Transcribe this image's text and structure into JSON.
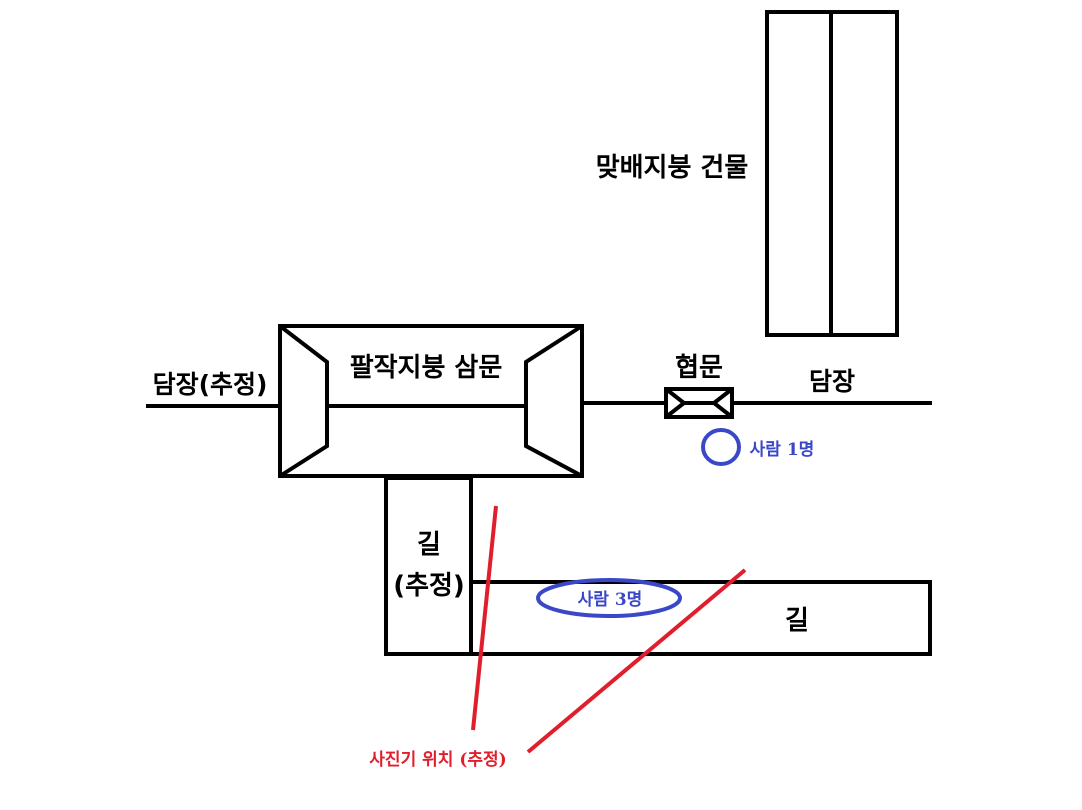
{
  "labels": {
    "gabled_building": "맞배지붕 건물",
    "main_gate": "팔작지붕 삼문",
    "wall_left": "담장(추정)",
    "side_gate": "협문",
    "wall_right": "담장",
    "path_vertical_line1": "길",
    "path_vertical_line2": "(추정)",
    "path_horizontal": "길",
    "person_1": "사람 1명",
    "person_3": "사람 3명",
    "camera_position": "사진기 위치 (추정)"
  },
  "colors": {
    "line": "#000000",
    "people": "#3a48c8",
    "camera": "#e01e2c"
  }
}
